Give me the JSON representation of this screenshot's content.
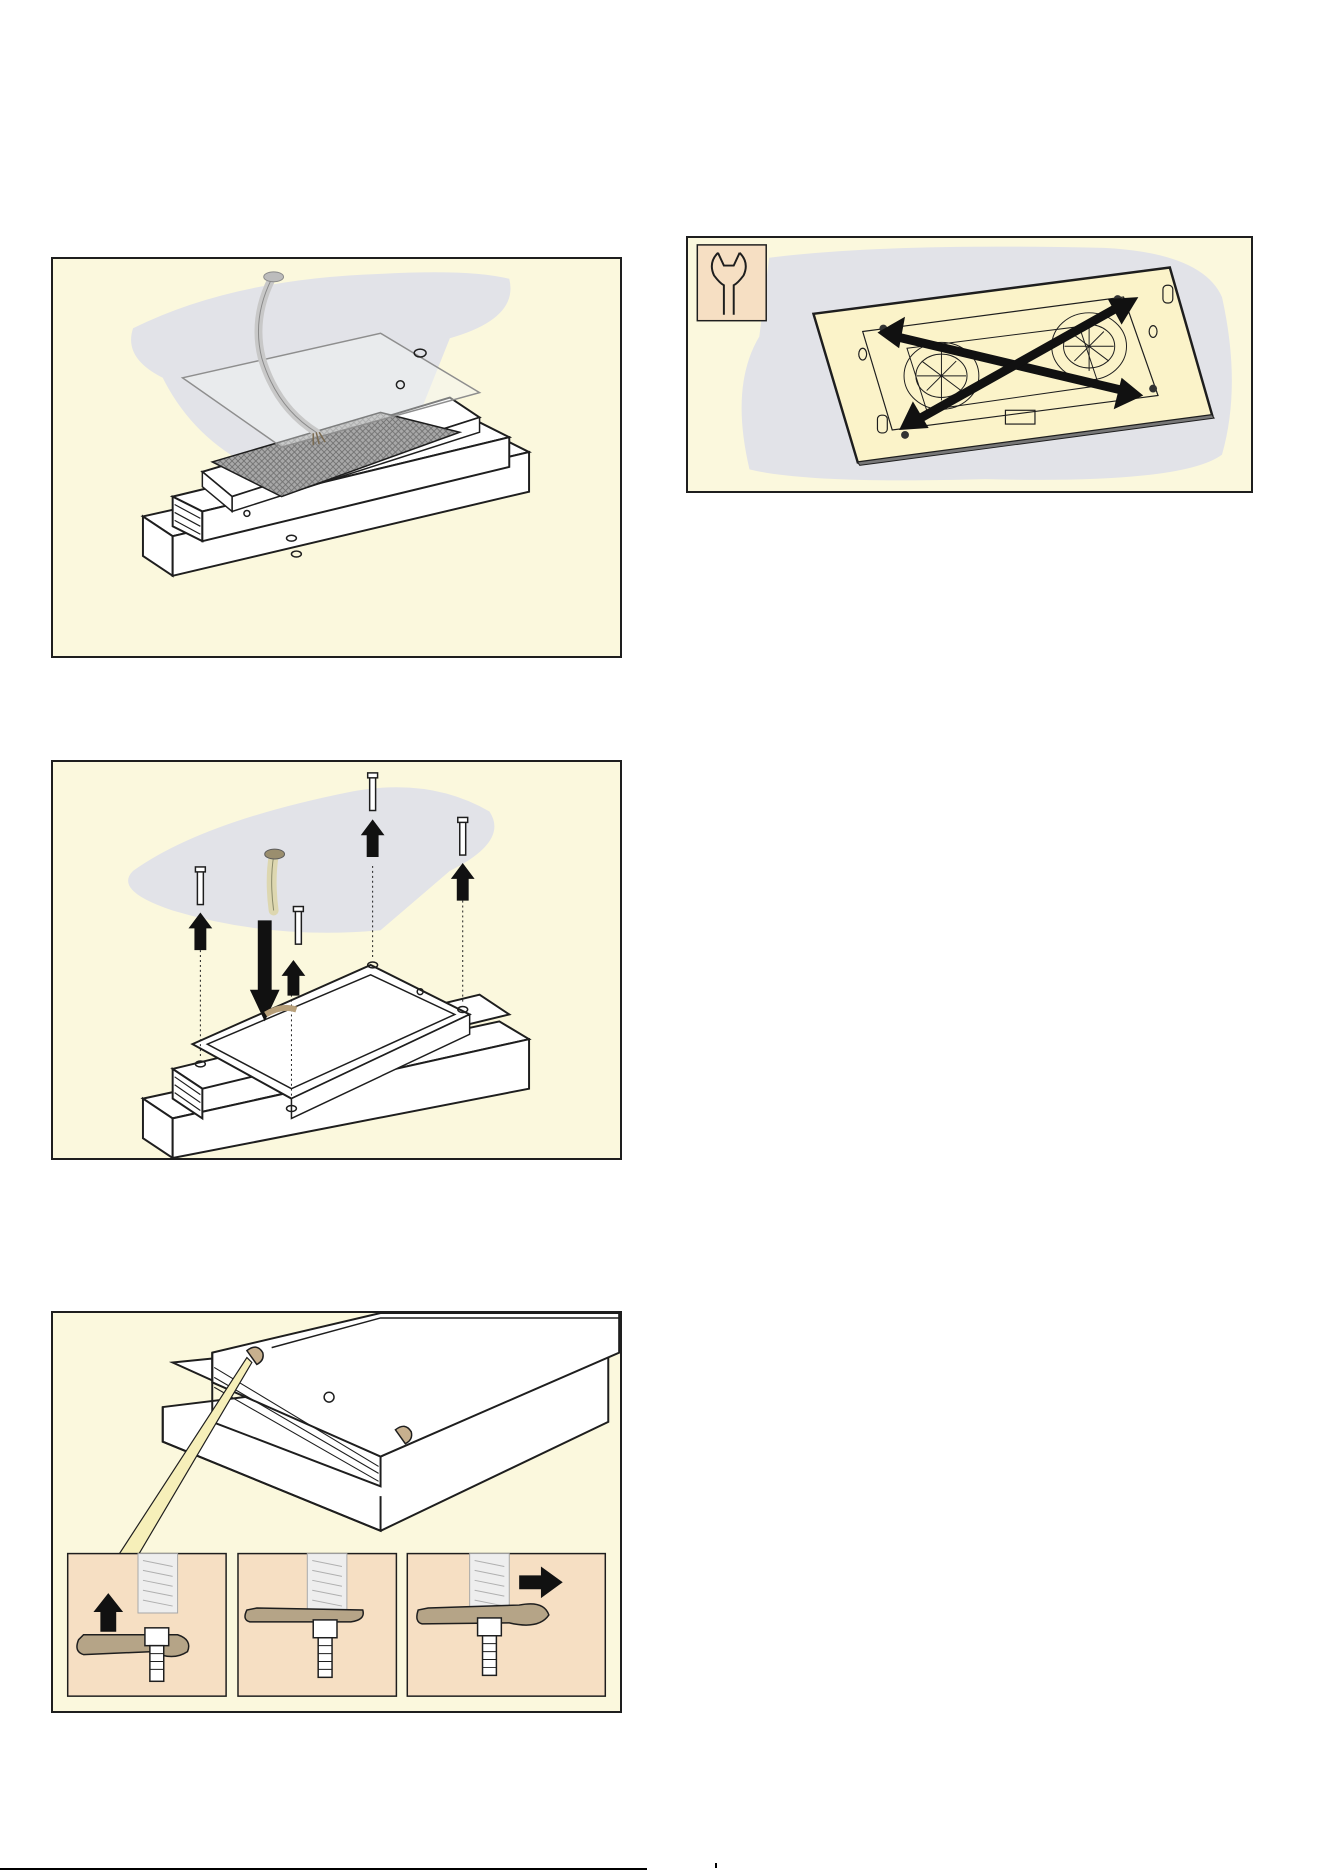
{
  "figures": [
    {
      "id": "fig1",
      "subject": "appliance-with-cable"
    },
    {
      "id": "fig2",
      "subject": "screw-mounting"
    },
    {
      "id": "fig3",
      "subject": "keyhole-slot-detail"
    },
    {
      "id": "fig4",
      "subject": "diagonal-check"
    }
  ],
  "icons": {
    "tool": "wrench-icon"
  },
  "colors": {
    "panel_bg": "#fbf8dd",
    "ceiling": "#e2e3e8",
    "appliance": "#ffffff",
    "ceiling_plate": "#fbf3c9",
    "detail_bg": "#f6dfc3",
    "outline": "#1e1e1e"
  }
}
